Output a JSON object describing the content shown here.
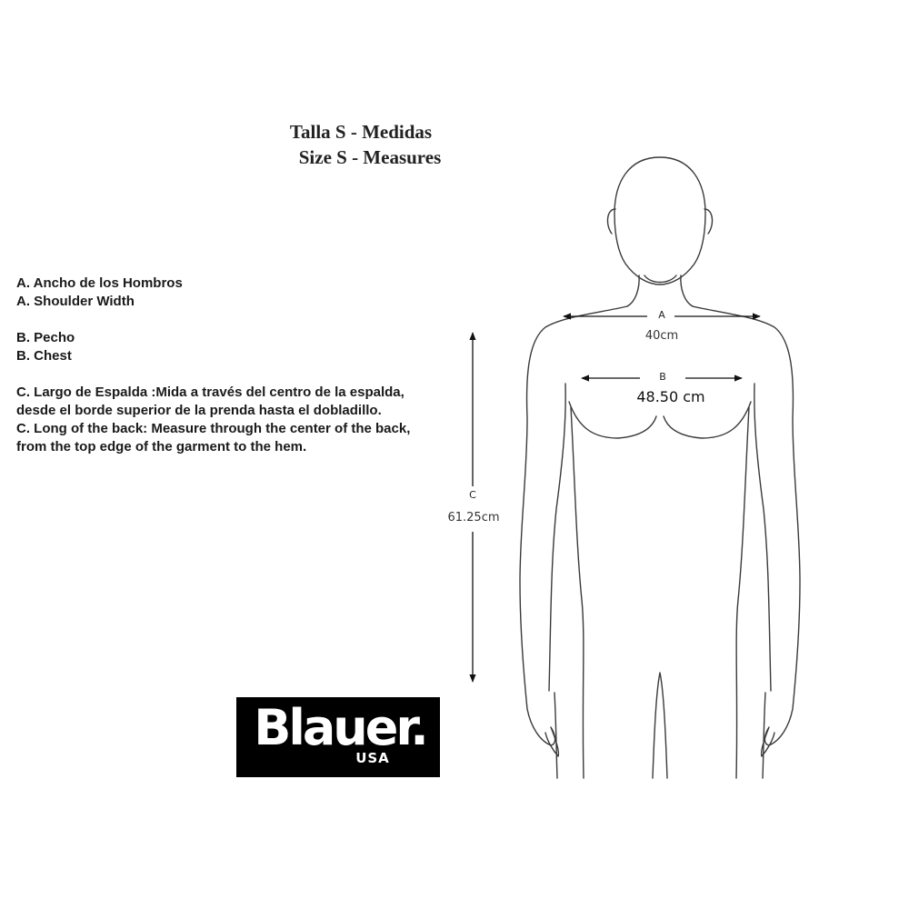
{
  "title": {
    "line1": "Talla S - Medidas",
    "line2": "Size  S - Measures"
  },
  "legend": {
    "a_es": "A. Ancho de los Hombros",
    "a_en": "A. Shoulder Width",
    "b_es": "B. Pecho",
    "b_en": "B. Chest",
    "c_es_1": "C. Largo de Espalda :Mida a través del centro de la espalda,",
    "c_es_2": "desde el borde superior de la prenda hasta el dobladillo.",
    "c_en_1": "C. Long of the back: Measure through the center of the back,",
    "c_en_2": "from the top edge of the garment to the hem."
  },
  "measures": {
    "a": {
      "label": "A",
      "value": "40cm"
    },
    "b": {
      "label": "B",
      "value": "48.50 cm"
    },
    "c": {
      "label": "C",
      "value": "61.25cm"
    }
  },
  "logo": {
    "word": "Blauer.",
    "sub": "USA"
  },
  "figure": {
    "icon": "human-body-outline-icon"
  }
}
